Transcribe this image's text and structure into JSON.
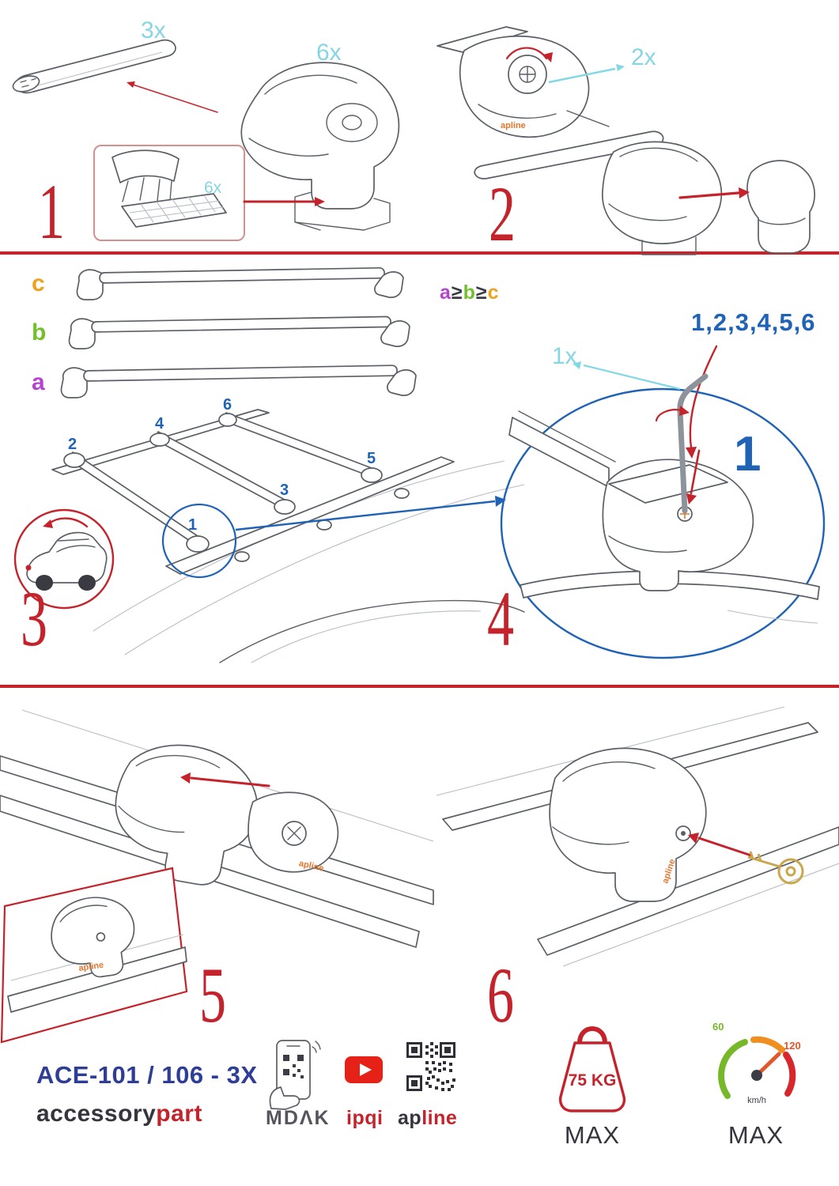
{
  "colors": {
    "accent_red": "#c5232b",
    "accent_blue": "#1e63b5",
    "label_cyan": "#85d6e2",
    "label_orange": "#efa21c",
    "label_green": "#72c12c",
    "label_purple": "#b443ce",
    "brand_navy": "#2e3d96",
    "brand_orange": "#e2762d",
    "youtube_red": "#e62117",
    "gauge_green": "#76b82a",
    "gauge_red": "#d6272b"
  },
  "step1": {
    "number": "1",
    "qty_endcap": "3x",
    "qty_foot": "6x",
    "qty_pad": "6x"
  },
  "step2": {
    "number": "2",
    "qty_knob": "2x",
    "brand": "apline"
  },
  "step3": {
    "number": "3",
    "bars": [
      {
        "label": "c"
      },
      {
        "label": "b"
      },
      {
        "label": "a"
      }
    ],
    "formula": {
      "a": "a",
      "gte1": "≥",
      "b": "b",
      "gte2": "≥",
      "c": "c"
    },
    "positions": {
      "p1": "1",
      "p2": "2",
      "p3": "3",
      "p4": "4",
      "p5": "5",
      "p6": "6"
    }
  },
  "step4": {
    "number": "4",
    "sequence": "1,2,3,4,5,6",
    "qty_key": "1x",
    "callout": "1"
  },
  "step5": {
    "number": "5",
    "brand": "apline"
  },
  "step6": {
    "number": "6",
    "brand": "apline"
  },
  "footer": {
    "model": "ACE-101 / 106 - 3X",
    "brand_dark": "accessory",
    "brand_red": "part",
    "logo_mdak": "MDΛK",
    "logo_ipqi": "ipqi",
    "logo_ap": "ap",
    "logo_line": "line",
    "weight_value": "75 KG",
    "weight_max": "MAX",
    "speed_low": "60",
    "speed_high": "120",
    "speed_unit": "km/h",
    "speed_max": "MAX"
  }
}
